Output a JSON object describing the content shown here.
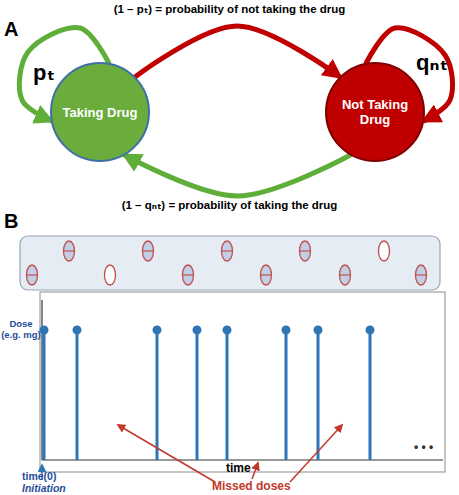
{
  "diagram": {
    "nodes": [
      {
        "text": [
          "Taking Drug"
        ]
      },
      {
        "text": [
          "Not Taking Drug"
        ]
      }
    ],
    "edges": [
      {
        "from": 0,
        "to": 0,
        "label": "pₜ",
        "arrow": "to"
      },
      {
        "from": 0,
        "to": 1,
        "label": "(1 – pₜ) = probability of not taking the drug",
        "arrow": "to"
      },
      {
        "from": 1,
        "to": 1,
        "label": "qₙₜ",
        "arrow": "to"
      },
      {
        "from": 1,
        "to": 0,
        "label": "(1 – qₙₜ) = probability of taking the drug",
        "arrow": "to"
      }
    ],
    "labels": [
      "A",
      "B",
      "Dose (e.g. mg)",
      "time",
      "time(0)",
      "Initiation",
      "Missed doses",
      "• • •"
    ]
  }
}
